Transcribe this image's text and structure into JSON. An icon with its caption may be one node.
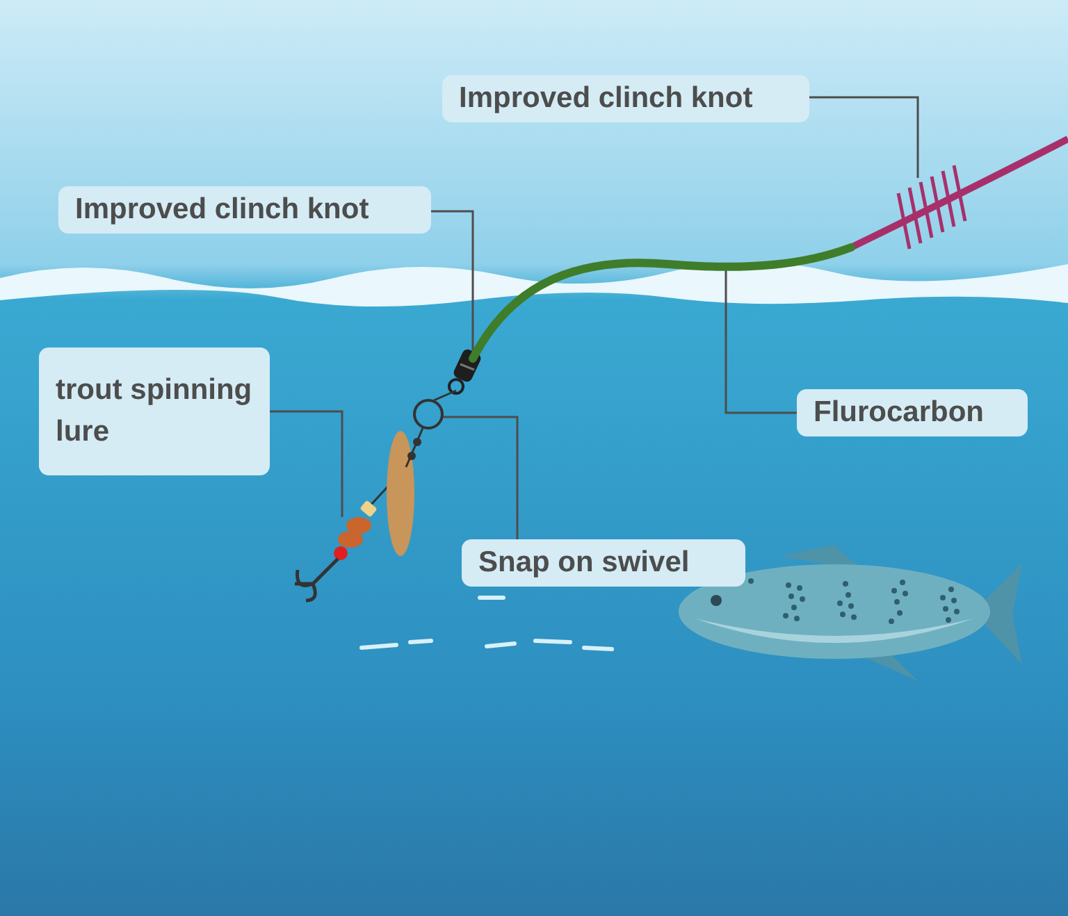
{
  "diagram": {
    "nodes": [
      {
        "text": [
          "Improved clinch knot"
        ]
      },
      {
        "text": [],
        "shape": "picture"
      },
      {
        "text": [
          "Improved clinch knot"
        ]
      },
      {
        "text": [],
        "shape": "picture"
      },
      {
        "text": [
          "trout spinning lure"
        ]
      },
      {
        "text": [],
        "shape": "picture"
      },
      {
        "text": [],
        "shape": "picture"
      },
      {
        "text": [
          "Snap on swivel"
        ]
      },
      {
        "text": [],
        "shape": "picture"
      },
      {
        "text": [
          "Flurocarbon"
        ]
      }
    ],
    "edges": [
      {
        "from": 0,
        "to": 1,
        "arrow": "none"
      },
      {
        "from": 2,
        "to": 3,
        "arrow": "none"
      },
      {
        "from": 4,
        "to": 5,
        "arrow": "none"
      },
      {
        "from": 7,
        "to": 6,
        "arrow": "none"
      },
      {
        "from": 9,
        "to": 8,
        "arrow": "none"
      }
    ]
  }
}
